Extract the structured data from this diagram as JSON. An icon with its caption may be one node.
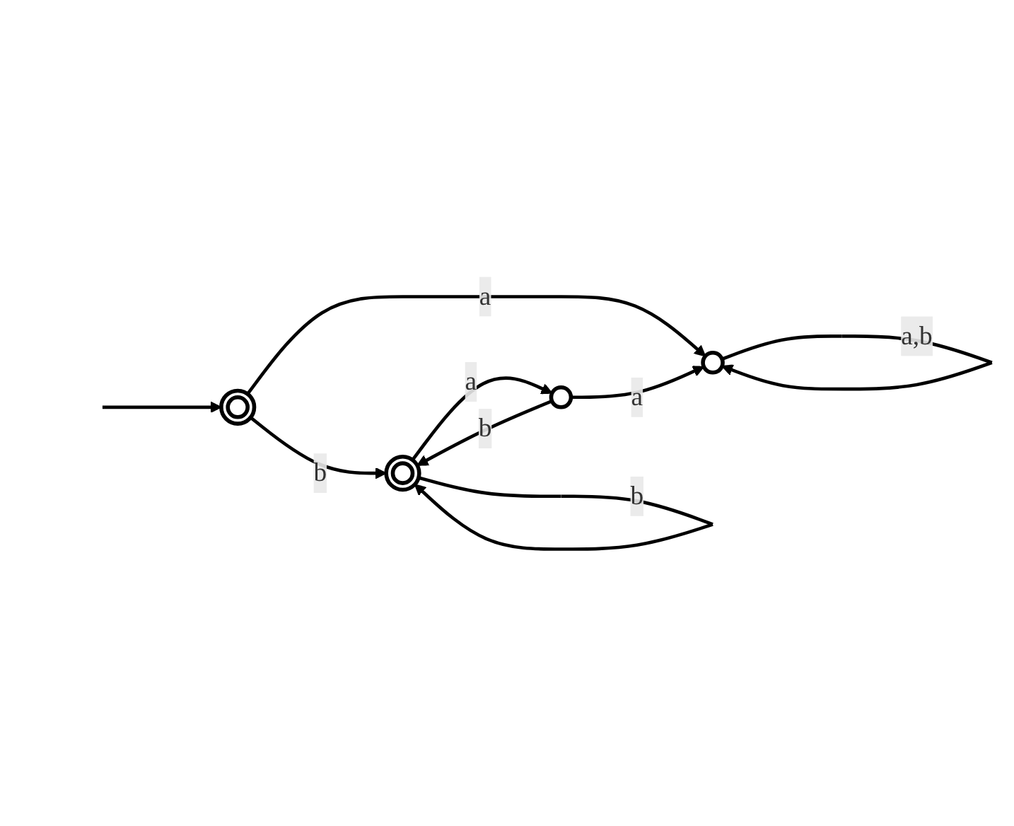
{
  "diagram": {
    "nodes": [
      {
        "text": [],
        "shape": "circle"
      },
      {
        "text": [],
        "shape": "circle"
      },
      {
        "text": [],
        "shape": "circle"
      },
      {
        "text": [],
        "shape": "circle"
      }
    ],
    "edges": [
      {
        "from": null,
        "to": 0,
        "arrow": "to"
      },
      {
        "from": 0,
        "to": 1,
        "arrow": "to",
        "label": "b"
      },
      {
        "from": 1,
        "to": 1,
        "arrow": "to",
        "label": "b"
      },
      {
        "from": 1,
        "to": 2,
        "arrow": "to",
        "label": "a"
      },
      {
        "from": 2,
        "to": 1,
        "arrow": "to",
        "label": "b"
      },
      {
        "from": 0,
        "to": 3,
        "arrow": "to",
        "label": "a"
      },
      {
        "from": 2,
        "to": 3,
        "arrow": "to",
        "label": "a"
      },
      {
        "from": 3,
        "to": 3,
        "arrow": "to",
        "label": "a,b"
      }
    ]
  }
}
